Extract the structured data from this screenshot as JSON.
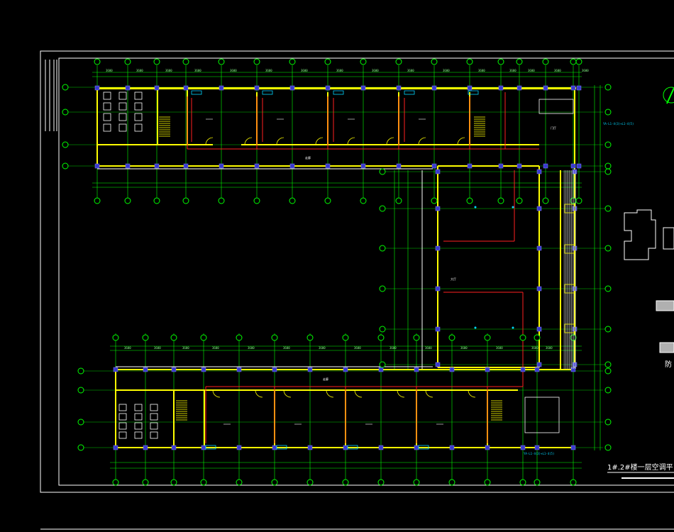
{
  "drawing": {
    "title": "1#.2#楼一层空调平",
    "side_label": "防",
    "corridor_label_top": "走廊",
    "corridor_label_bottom": "走廊",
    "hall_label": "大厅",
    "right_room_label": "门厅",
    "top_right_note": "YA-L1-4(3)+L1-4(5)",
    "bottom_right_note": "YA-L1-4(3)+L1-4(5)"
  },
  "colors": {
    "background": "#000000",
    "wall": "#ffff00",
    "grid": "#00ff00",
    "pipe": "#ff2020",
    "column": "#3a3acc",
    "frame": "#ffffff",
    "text_cyan": "#00d8ff"
  }
}
